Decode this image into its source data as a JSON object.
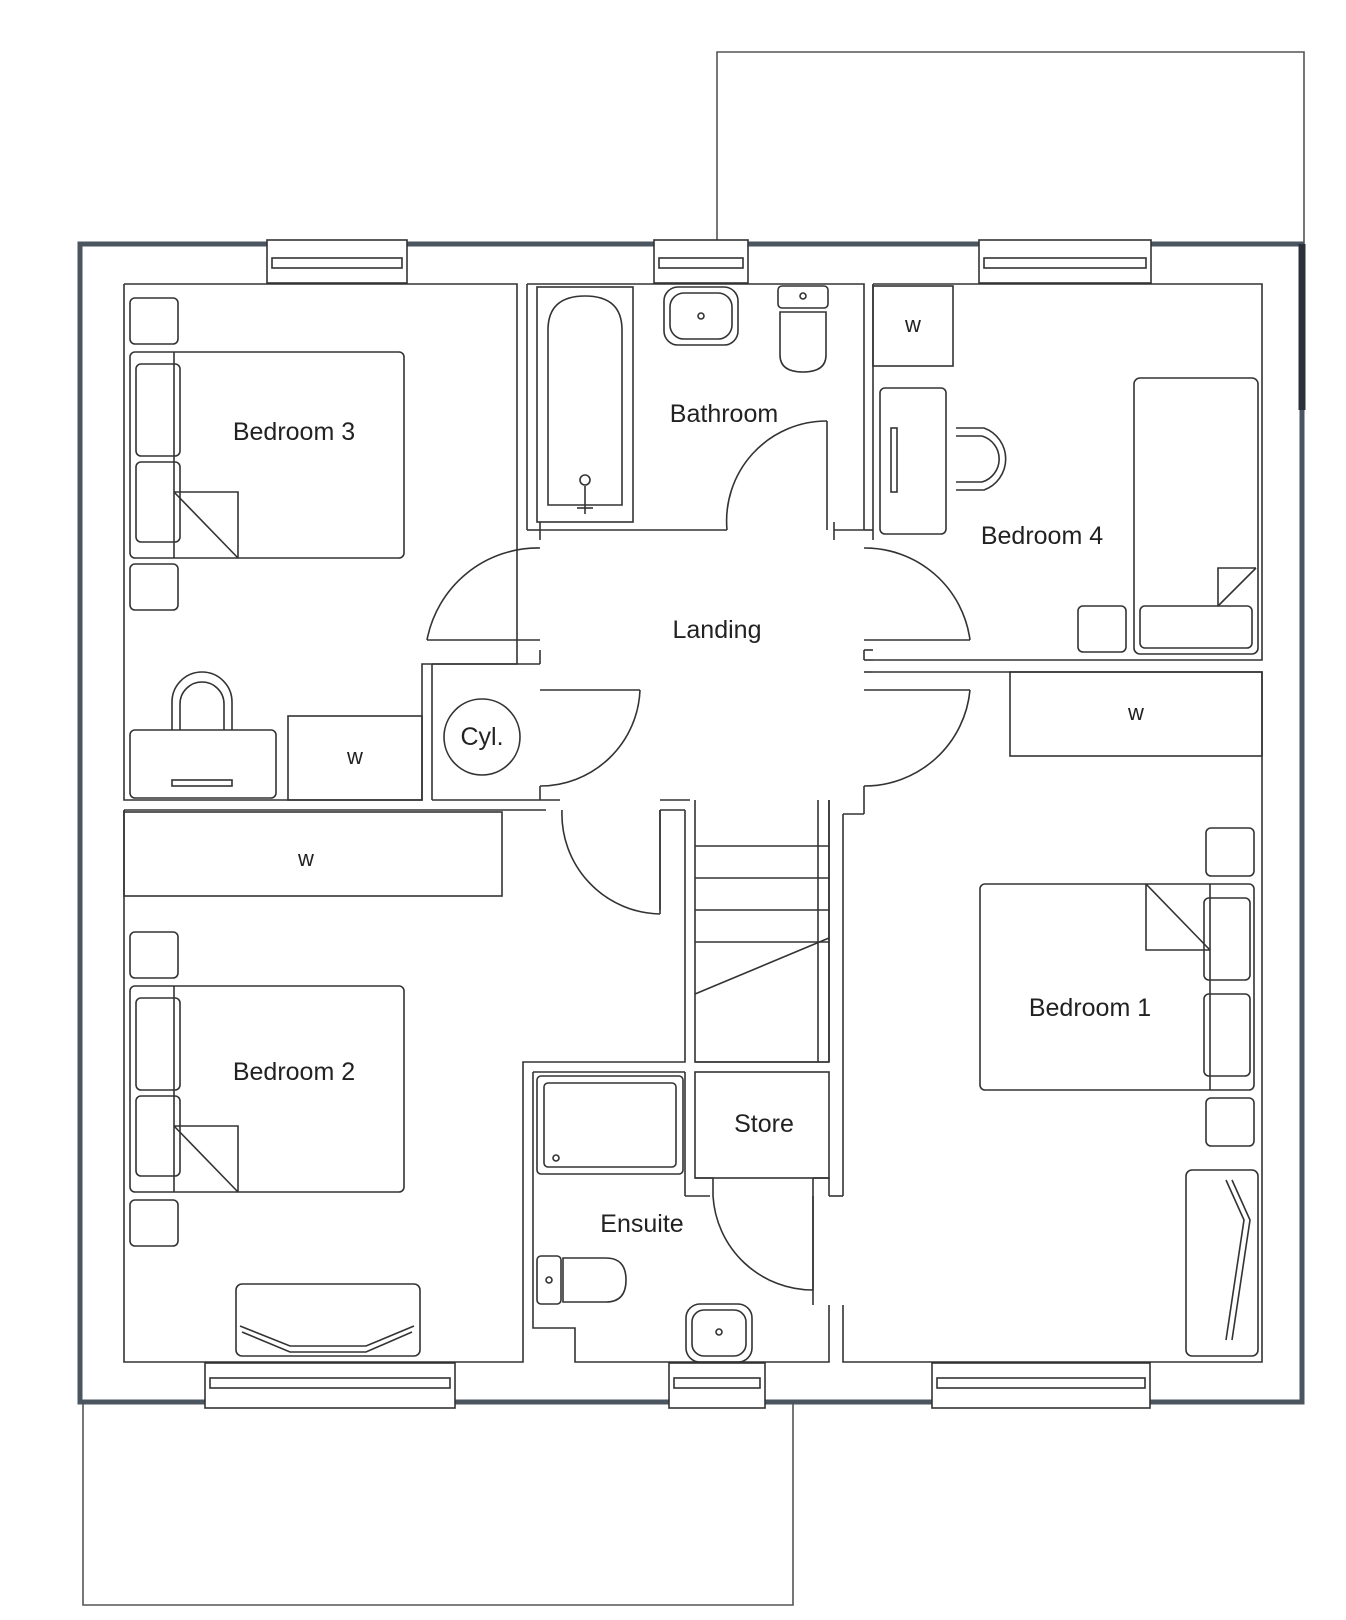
{
  "rooms": {
    "bedroom_3": "Bedroom 3",
    "bathroom": "Bathroom",
    "bedroom_4": "Bedroom 4",
    "landing": "Landing",
    "cylinder": "Cyl.",
    "bedroom_2": "Bedroom 2",
    "bedroom_1": "Bedroom 1",
    "store": "Store",
    "ensuite": "Ensuite"
  },
  "wardrobes": {
    "bedroom_3": "w",
    "bedroom_4": "w",
    "bedroom_1": "w",
    "bedroom_2": "w"
  },
  "colors": {
    "outer_wall": "#4a5560",
    "inner_wall": "#333333",
    "background": "#ffffff"
  }
}
